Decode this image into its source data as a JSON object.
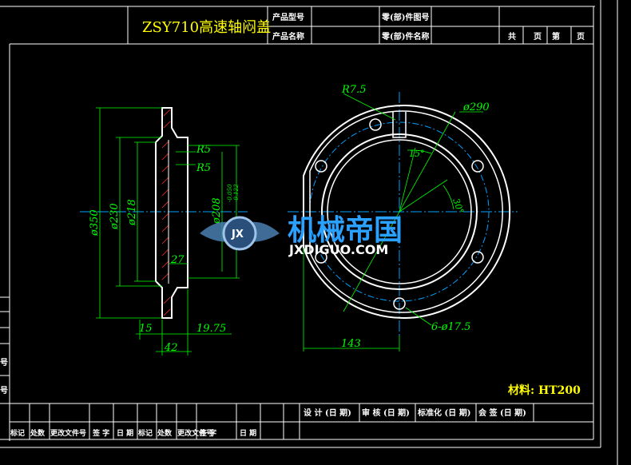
{
  "title_block": {
    "part_title": "ZSY710高速轴闷盖",
    "product_model_label": "产品型号",
    "product_name_label": "产品名称",
    "part_drawing_no_label": "零(部)件图号",
    "part_name_label": "零(部)件名称",
    "total_label": "共",
    "pages_label": "页",
    "sheet_label": "第",
    "sheet_pages_label": "页"
  },
  "dimensions": {
    "r7_5": "R7.5",
    "d290": "ø290",
    "angle15": "15°",
    "angle30": "30°",
    "holes": "6-ø17.5",
    "len143": "143",
    "r5a": "R5",
    "r5b": "R5",
    "d350": "ø350",
    "d230": "ø230",
    "d218": "ø218",
    "d208": "ø208",
    "tol_upper": "-0.050",
    "tol_lower": "-0.122",
    "t27": "27",
    "t15": "15",
    "t19_75": "19.75",
    "t42": "42"
  },
  "watermark": {
    "brand_cn": "机械帝国",
    "brand_en": "JXDIGUO.COM",
    "emblem": "JX"
  },
  "material": {
    "label": "材料: HT200"
  },
  "signoff": {
    "design": "设 计 (日 期)",
    "review": "审 核 (日 期)",
    "standard": "标准化 (日 期)",
    "countersign": "会 签 (日 期)"
  },
  "revision_table": {
    "headers": [
      "标记",
      "处数",
      "更改文件号",
      "签 字",
      "日 期",
      "标记",
      "处数",
      "更改文件号",
      "签 字",
      "日 期"
    ]
  },
  "side_marks": {
    "mark1": "号",
    "mark2": "号"
  },
  "colors": {
    "background": "#000000",
    "outline": "#ffffff",
    "dimension": "#00ff00",
    "text": "#ffff00",
    "centerline": "#00a0ff",
    "hatch": "#ff3030"
  }
}
